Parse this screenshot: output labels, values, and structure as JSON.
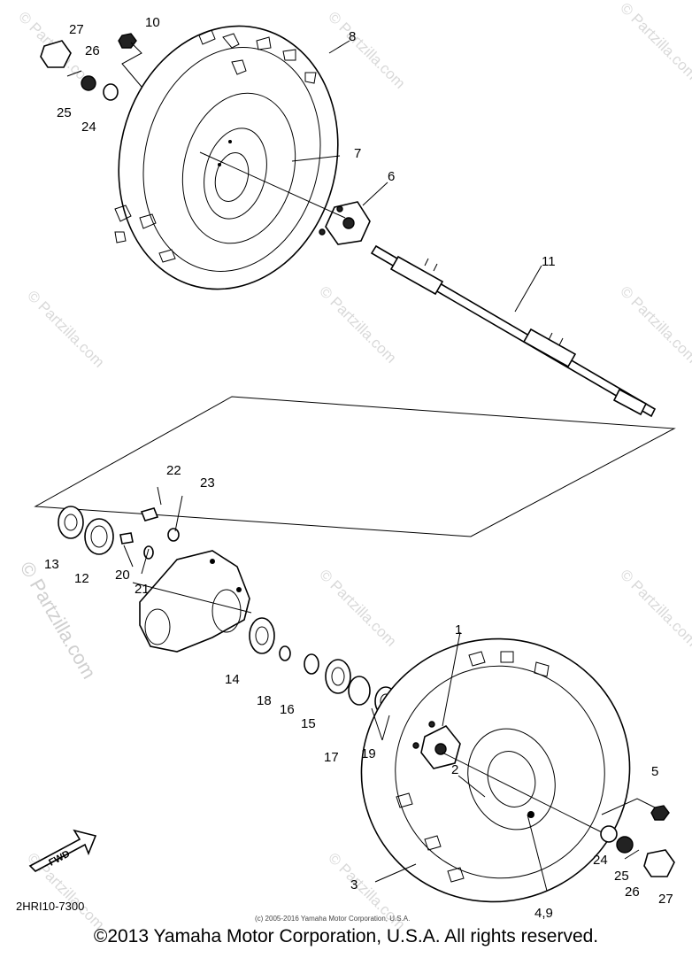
{
  "diagram": {
    "drawing_code": "2HRI10-7300",
    "small_copyright": "(c) 2005-2016 Yamaha Motor Corporation, U.S.A.",
    "footer_copyright": "©2013 Yamaha Motor Corporation, U.S.A. All rights reserved.",
    "watermark": "© Partzilla.com",
    "fwd_label": "FWD",
    "callouts": {
      "p1": "1",
      "p2": "2",
      "p3": "3",
      "p49": "4,9",
      "p5": "5",
      "p6": "6",
      "p7": "7",
      "p8": "8",
      "p10": "10",
      "p11": "11",
      "p12": "12",
      "p13": "13",
      "p14": "14",
      "p15": "15",
      "p16": "16",
      "p17": "17",
      "p18": "18",
      "p19": "19",
      "p20": "20",
      "p21": "21",
      "p22": "22",
      "p23": "23",
      "p24a": "24",
      "p25a": "25",
      "p26a": "26",
      "p27a": "27",
      "p24b": "24",
      "p25b": "25",
      "p26b": "26",
      "p27b": "27"
    }
  }
}
